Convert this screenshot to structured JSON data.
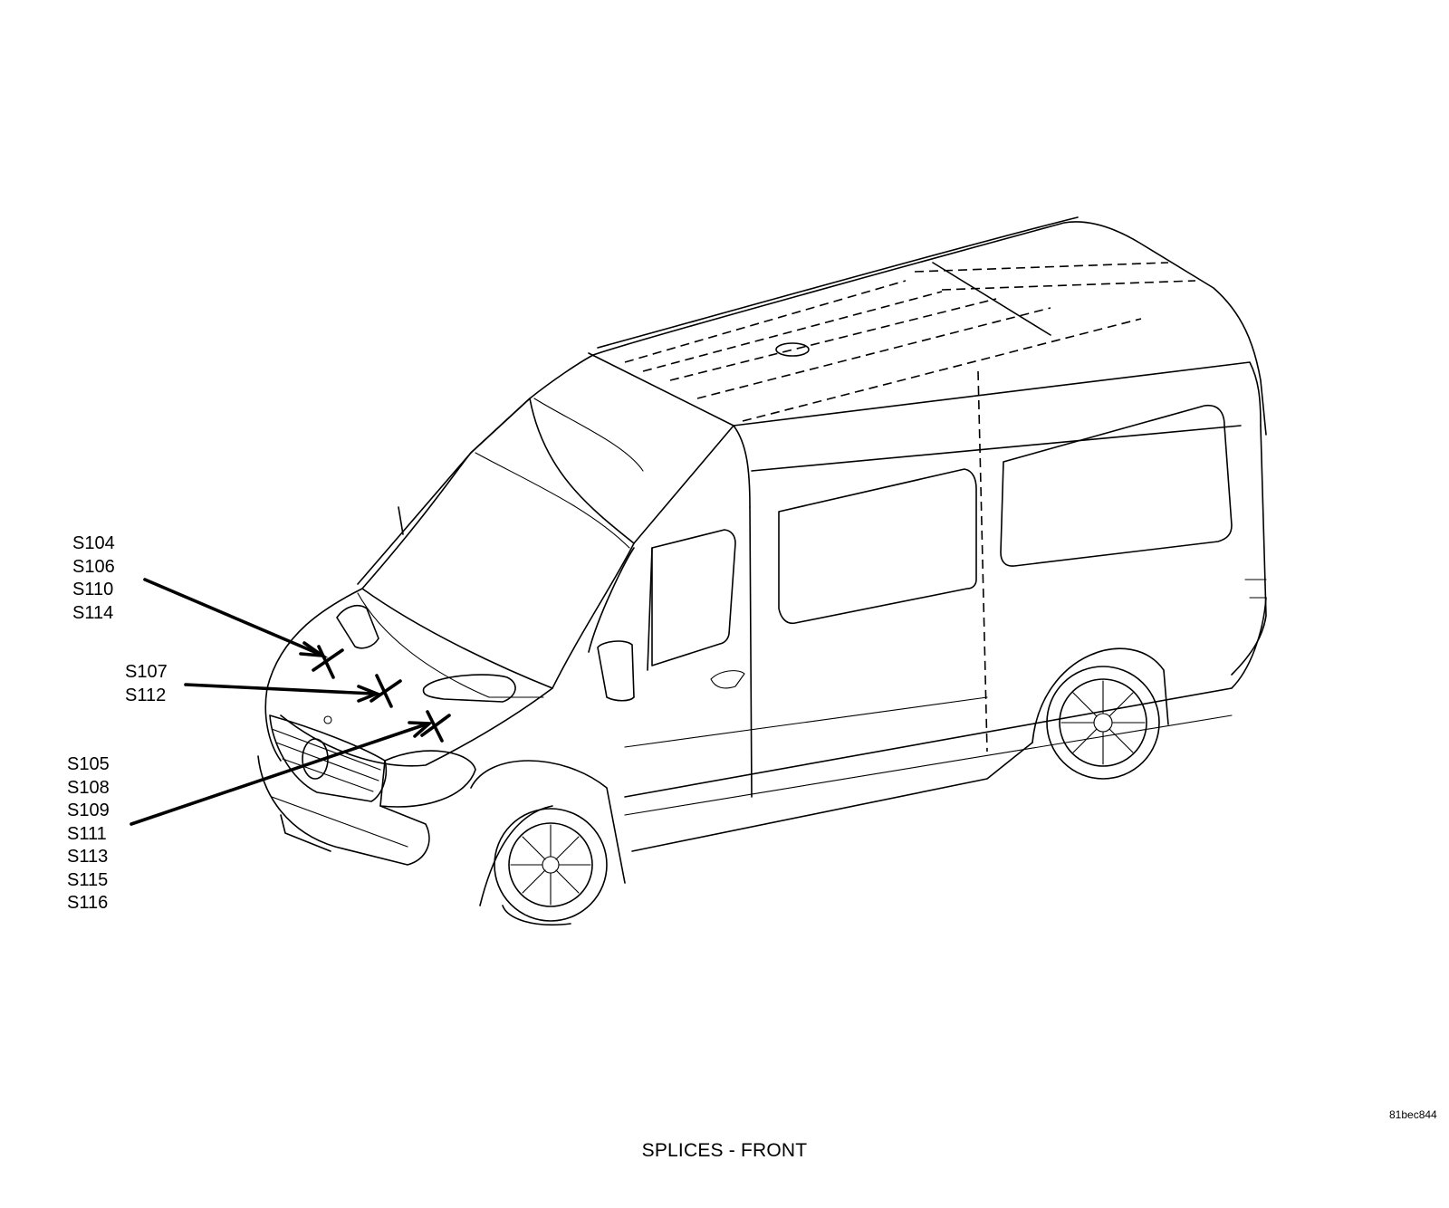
{
  "caption": "SPLICES - FRONT",
  "figure_id": "81bec844",
  "callouts": [
    {
      "id": "group-a",
      "labels": [
        "S104",
        "S106",
        "S110",
        "S114"
      ]
    },
    {
      "id": "group-b",
      "labels": [
        "S107",
        "S112"
      ]
    },
    {
      "id": "group-c",
      "labels": [
        "S105",
        "S108",
        "S109",
        "S111",
        "S113",
        "S115",
        "S116"
      ]
    }
  ]
}
